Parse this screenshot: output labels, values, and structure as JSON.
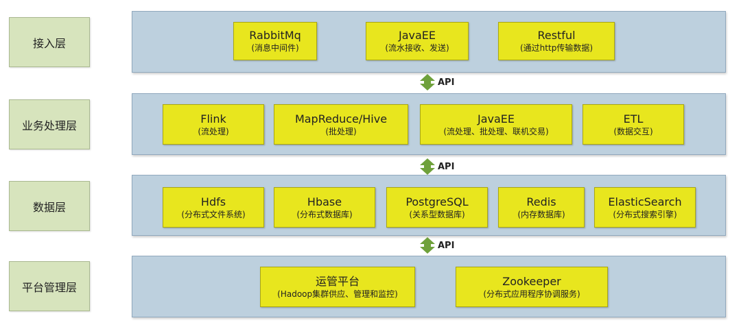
{
  "layers": [
    {
      "label": "接入层",
      "components": [
        {
          "name": "RabbitMq",
          "desc": "(消息中间件)"
        },
        {
          "name": "JavaEE",
          "desc": "(流水接收、发送)"
        },
        {
          "name": "Restful",
          "desc": "(通过http传输数据)"
        }
      ]
    },
    {
      "label": "业务处理层",
      "components": [
        {
          "name": "Flink",
          "desc": "(流处理)"
        },
        {
          "name": "MapReduce/Hive",
          "desc": "(批处理)"
        },
        {
          "name": "JavaEE",
          "desc": "(流处理、批处理、联机交易)"
        },
        {
          "name": "ETL",
          "desc": "(数据交互)"
        }
      ]
    },
    {
      "label": "数据层",
      "components": [
        {
          "name": "Hdfs",
          "desc": "(分布式文件系统)"
        },
        {
          "name": "Hbase",
          "desc": "(分布式数据库)"
        },
        {
          "name": "PostgreSQL",
          "desc": "(关系型数据库)"
        },
        {
          "name": "Redis",
          "desc": "(内存数据库)"
        },
        {
          "name": "ElasticSearch",
          "desc": "(分布式搜索引擎)"
        }
      ]
    },
    {
      "label": "平台管理层",
      "components": [
        {
          "name": "运管平台",
          "desc": "(Hadoop集群供应、管理和监控)"
        },
        {
          "name": "Zookeeper",
          "desc": "(分布式应用程序协调服务)"
        }
      ]
    }
  ],
  "connectors": [
    "API",
    "API",
    "API"
  ],
  "colors": {
    "layer_label_bg": "#d7e4bd",
    "layer_panel_bg": "#bdd0de",
    "component_bg": "#e8e61e",
    "arrow": "#6fa13b"
  }
}
